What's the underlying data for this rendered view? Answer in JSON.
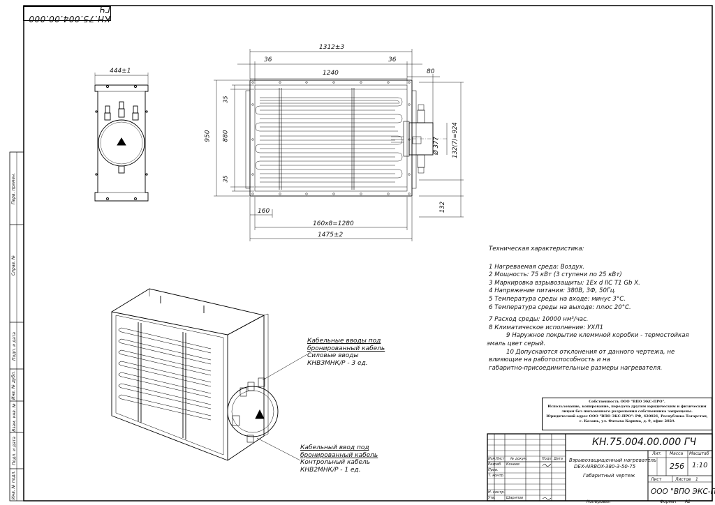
{
  "stamp": {
    "code_mirror": "КН.75.004.00.000 ГЧ"
  },
  "side_strip": {
    "labels": [
      "Перв. примен.",
      "Справ. №",
      "Подп. и дата",
      "Инв. № дубл.",
      "Взам. инв. №",
      "Подп. и дата",
      "Инв. № подл."
    ]
  },
  "dimensions": {
    "side_width": "444±1",
    "overall_width": "1312±3",
    "left_offset": "36",
    "right_offset": "36",
    "inner_width": "1240",
    "box_depth": "80",
    "height_total": "950",
    "height_inner": "880",
    "top_margin": "35",
    "bottom_margin": "35",
    "diameter": "Ø 377",
    "vertical_span": "132(7)=924",
    "bottom_132": "132",
    "pitch_160": "160",
    "pitch_total": "160х8=1280",
    "overall_length": "1475±2"
  },
  "specs": {
    "heading": "Техническая характеристика:",
    "items": [
      "1 Нагреваемая среда: Воздух.",
      "2 Мощность: 75 кВт (3 ступени по 25 кВт)",
      "3 Маркировка взрывозащиты: 1Ех d IIC T1 Gb Х.",
      "4 Напряжение питания: 380В, 3Ф, 50Гц.",
      "5 Температура среды на входе: минус 3°С.",
      "6 Температура среды на выходе: плюс 20°С."
    ],
    "item7": "7 Расход среды: 10000 нм³/час.",
    "item8": "8 Климатическое исполнение: УХЛ1",
    "item9a": "9   Наружное покрытие клеммной коробки - термостойкая",
    "item9b": "эмаль цвет серый.",
    "item10a": "10 Допускаются отклонения от данного чертежа, не",
    "item10b": "влияющие на работоспособность и на",
    "item10c": "габаритно-присоединительные размеры нагревателя."
  },
  "callouts": {
    "upper": [
      "Кабельные вводы под",
      "бронированный кабель",
      "Силовые вводы",
      "КНВЗМНК/Р - 3 ед."
    ],
    "lower": [
      "Кабельный ввод под",
      "бронированный кабель",
      "Контрольный кабель",
      "КНВ2МНК/Р - 1 ед."
    ]
  },
  "notice": {
    "lines": [
      "Собственность ООО \"ВПО ЭКС-ПРО\".",
      "Использование, копирование, передача другим юридическим и физическим",
      "лицам без письменного разрешения собственника запрещены.",
      "Юридический адрес ООО \"ВПО ЭКС-ПРО\": РФ, 420021, Республика Татарстан,",
      "г. Казань, ул. Фатыха Карима, д. 9, офис 202А"
    ]
  },
  "title_block": {
    "code": "КН.75.004.00.000 ГЧ",
    "name_line1": "Взрывозащищенный нагреватель",
    "name_line2": "DEX-AIRBOX-380-3-50-75",
    "doc_type": "Габаритный чертеж",
    "col_izm": "Изм.",
    "col_list": "Лист",
    "col_doc": "№ докум.",
    "col_sign": "Подп.",
    "col_date": "Дата",
    "razrab": "Разраб.",
    "razrab_name": "Конеев",
    "prov": "Пров.",
    "tkontr": "Т. контр.",
    "nkontr": "Н. контр.",
    "utv": "Утв.",
    "utv_name": "Шарипов",
    "lit": "Лит.",
    "massa": "Масса",
    "masshtab": "Масштаб",
    "mass_value": "256",
    "scale_value": "1:10",
    "list": "Лист",
    "listov": "Листов",
    "listov_value": "1",
    "company": "ООО \"ВПО ЭКС-ПРО\"",
    "kopiroval": "Копировал",
    "format": "Формат",
    "format_value": "А2"
  }
}
